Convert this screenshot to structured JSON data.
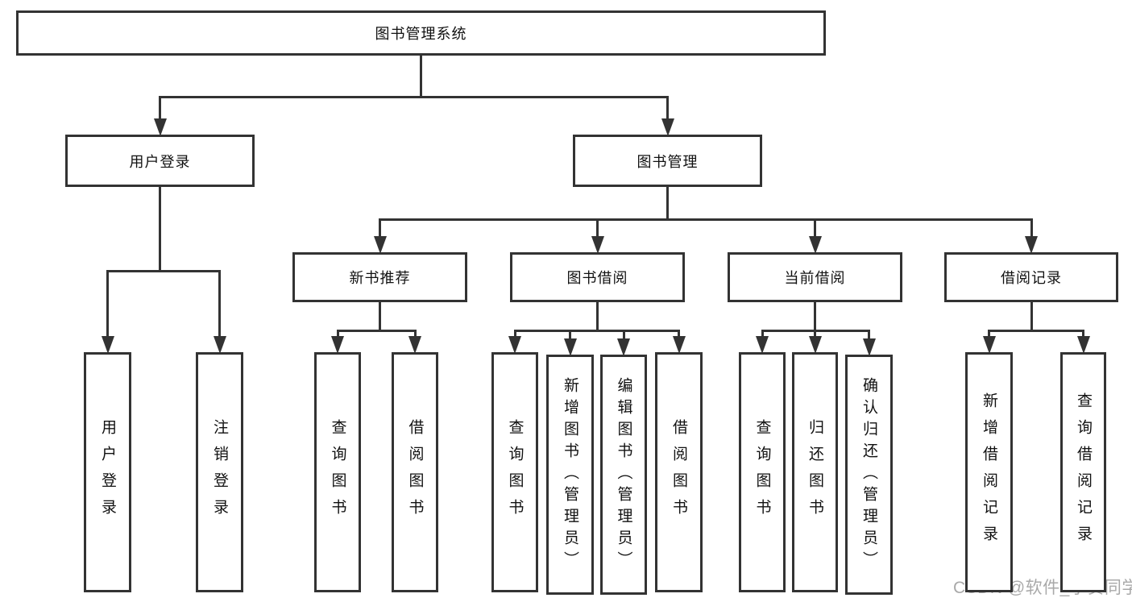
{
  "diagram_title": "图书管理系统",
  "tree": {
    "id": "root",
    "label": "图书管理系统",
    "children": [
      {
        "id": "user-login",
        "label": "用户登录",
        "children": [
          {
            "id": "user-login-leaf",
            "label": "用户登录"
          },
          {
            "id": "logout",
            "label": "注销登录"
          }
        ]
      },
      {
        "id": "book-mgmt",
        "label": "图书管理",
        "children": [
          {
            "id": "new-book-rec",
            "label": "新书推荐",
            "children": [
              {
                "id": "nb-query",
                "label": "查询图书"
              },
              {
                "id": "nb-borrow",
                "label": "借阅图书"
              }
            ]
          },
          {
            "id": "book-borrow",
            "label": "图书借阅",
            "children": [
              {
                "id": "bb-query",
                "label": "查询图书"
              },
              {
                "id": "bb-add",
                "label": "新增图书（管理员）"
              },
              {
                "id": "bb-edit",
                "label": "编辑图书（管理员）"
              },
              {
                "id": "bb-borrow",
                "label": "借阅图书"
              }
            ]
          },
          {
            "id": "current-borrow",
            "label": "当前借阅",
            "children": [
              {
                "id": "cb-query",
                "label": "查询图书"
              },
              {
                "id": "cb-return",
                "label": "归还图书"
              },
              {
                "id": "cb-confirm",
                "label": "确认归还（管理员）"
              }
            ]
          },
          {
            "id": "borrow-record",
            "label": "借阅记录",
            "children": [
              {
                "id": "br-add",
                "label": "新增借阅记录"
              },
              {
                "id": "br-query",
                "label": "查询借阅记录"
              }
            ]
          }
        ]
      }
    ]
  },
  "watermark": {
    "text": "CSDN @软件_小贺同学"
  },
  "colors": {
    "line": "#333333",
    "box_border": "#333333",
    "box_fill": "#ffffff",
    "text": "#111111",
    "watermark": "#a9a9a9",
    "background": "#ffffff"
  }
}
